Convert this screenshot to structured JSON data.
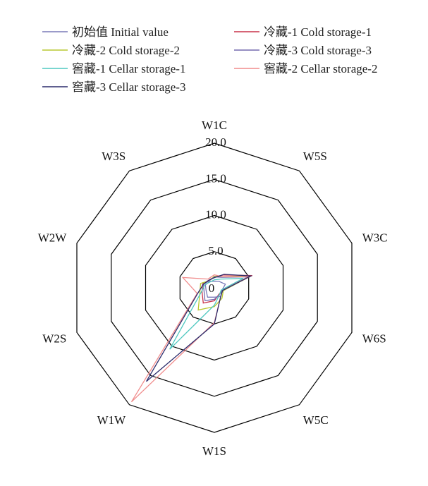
{
  "chart_data": {
    "type": "radar",
    "axes": [
      "W1C",
      "W5S",
      "W3C",
      "W6S",
      "W5C",
      "W1S",
      "W1W",
      "W2S",
      "W2W",
      "W3S"
    ],
    "rlim": [
      0,
      20
    ],
    "ticks": [
      "0",
      "5.0",
      "10.0",
      "15.0",
      "20.0"
    ],
    "tick_values": [
      0,
      5,
      10,
      15,
      20
    ],
    "grid": true,
    "legend_position": "top",
    "series": [
      {
        "name": "初始值 Initial value",
        "color": "#7a7ab8",
        "values": [
          0.9,
          1.1,
          1.6,
          1.1,
          1.5,
          1.3,
          1.6,
          1.2,
          1.3,
          1.1
        ]
      },
      {
        "name": "冷藏-1 Cold storage-1",
        "color": "#c8324a",
        "values": [
          1.5,
          2.2,
          5.5,
          1.2,
          1.1,
          1.8,
          2.6,
          1.8,
          1.7,
          1.3
        ]
      },
      {
        "name": "冷藏-2 Cold storage-2",
        "color": "#b9c832",
        "values": [
          1.6,
          1.9,
          5.3,
          1.3,
          1.8,
          2.6,
          3.8,
          2.1,
          2.0,
          1.2
        ]
      },
      {
        "name": "冷藏-3 Cold storage-3",
        "color": "#7468ad",
        "values": [
          1.5,
          1.8,
          4.9,
          1.1,
          1.2,
          1.6,
          2.2,
          1.5,
          1.6,
          1.2
        ]
      },
      {
        "name": "窖藏-1 Cellar storage-1",
        "color": "#4fc8c0",
        "values": [
          1.1,
          1.5,
          4.2,
          1.0,
          1.2,
          2.4,
          10.5,
          1.9,
          1.4,
          1.0
        ]
      },
      {
        "name": "窖藏-2 Cellar storage-2",
        "color": "#f08c8c",
        "values": [
          1.8,
          1.9,
          5.0,
          1.2,
          1.5,
          4.8,
          19.5,
          2.5,
          4.6,
          1.5
        ]
      },
      {
        "name": "窖藏-3 Cellar storage-3",
        "color": "#2c2c6c",
        "values": [
          1.4,
          2.3,
          5.3,
          1.2,
          1.5,
          5.0,
          16.0,
          2.4,
          1.6,
          1.3
        ]
      }
    ]
  }
}
